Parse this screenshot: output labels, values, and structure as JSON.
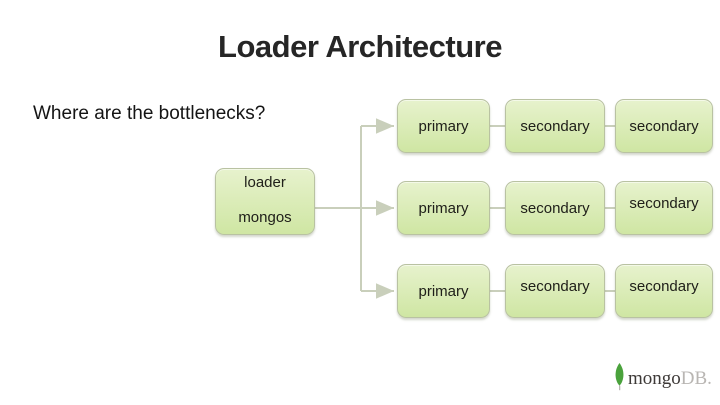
{
  "slide": {
    "title": "Loader Architecture",
    "subtitle": "Where are the bottlenecks?"
  },
  "diagram": {
    "loader_box": {
      "line1": "loader",
      "line2": "mongos"
    },
    "rows": [
      [
        "primary",
        "secondary",
        "secondary"
      ],
      [
        "primary",
        "secondary",
        "secondary"
      ],
      [
        "primary",
        "secondary",
        "secondary"
      ]
    ]
  },
  "logo": {
    "icon": "mongodb-leaf-icon",
    "text_dark": "mongo",
    "text_light": "DB."
  },
  "colors": {
    "title_text": "#262626",
    "box_top": "#e7f2cd",
    "box_bottom": "#cfe6a3",
    "box_border": "#b9c2a2",
    "connector": "#c9cfbb",
    "leaf_green": "#4aa23c"
  }
}
